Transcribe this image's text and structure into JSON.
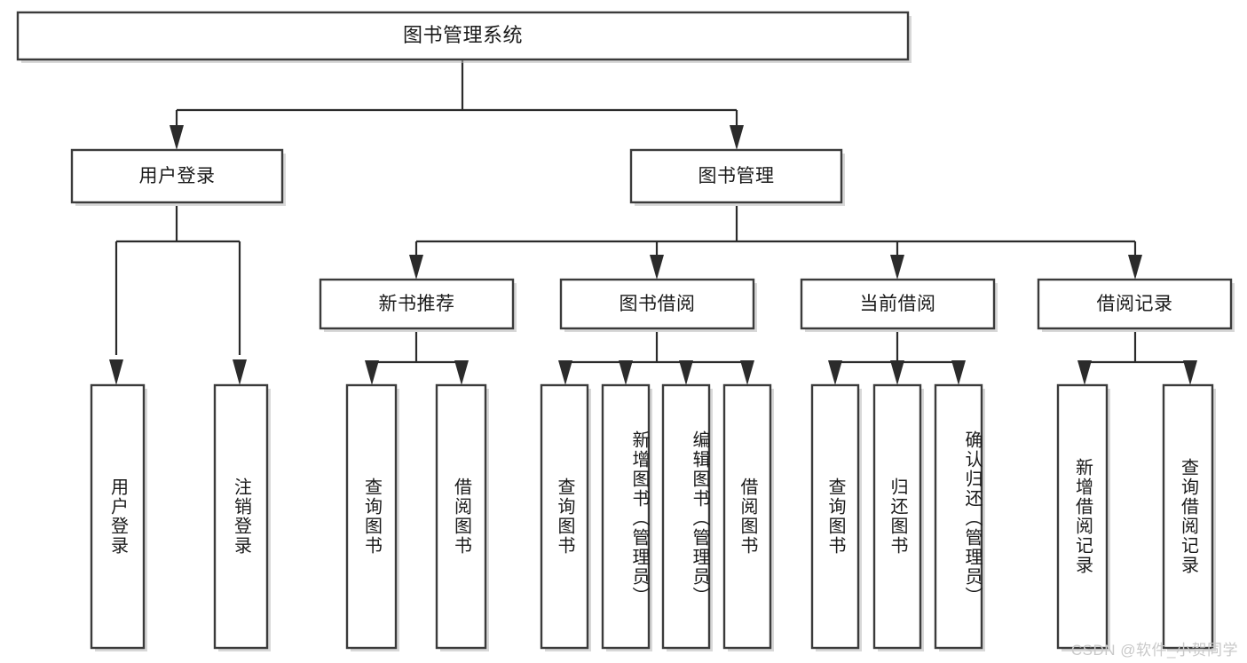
{
  "diagram": {
    "type": "tree-hierarchy-chart",
    "title": "图书管理系统",
    "watermark": "CSDN @软件_小贺同学",
    "colors": {
      "background": "#ffffff",
      "box_stroke": "#3b3b3b",
      "connector": "#2b2b2b",
      "text": "#1a1a1a",
      "watermark": "#c9c9c9"
    },
    "levels": {
      "root": {
        "label": "图书管理系统"
      },
      "level2": [
        {
          "id": "user-login",
          "label": "用户登录"
        },
        {
          "id": "book-management",
          "label": "图书管理"
        }
      ],
      "level3": [
        {
          "id": "new-book-recommend",
          "label": "新书推荐",
          "parent": "book-management"
        },
        {
          "id": "book-borrow",
          "label": "图书借阅",
          "parent": "book-management"
        },
        {
          "id": "current-borrow",
          "label": "当前借阅",
          "parent": "book-management"
        },
        {
          "id": "borrow-record",
          "label": "借阅记录",
          "parent": "book-management"
        }
      ],
      "leaves": [
        {
          "id": "leaf-user-login",
          "label": "用户登录",
          "parent": "user-login"
        },
        {
          "id": "leaf-logout-login",
          "label": "注销登录",
          "parent": "user-login"
        },
        {
          "id": "leaf-query-book-1",
          "label": "查询图书",
          "parent": "new-book-recommend"
        },
        {
          "id": "leaf-borrow-book-1",
          "label": "借阅图书",
          "parent": "new-book-recommend"
        },
        {
          "id": "leaf-query-book-2",
          "label": "查询图书",
          "parent": "book-borrow"
        },
        {
          "id": "leaf-add-book",
          "label": "新增图书（管理员）",
          "parent": "book-borrow"
        },
        {
          "id": "leaf-edit-book",
          "label": "编辑图书（管理员）",
          "parent": "book-borrow"
        },
        {
          "id": "leaf-borrow-book-2",
          "label": "借阅图书",
          "parent": "book-borrow"
        },
        {
          "id": "leaf-query-book-3",
          "label": "查询图书",
          "parent": "current-borrow"
        },
        {
          "id": "leaf-return-book",
          "label": "归还图书",
          "parent": "current-borrow"
        },
        {
          "id": "leaf-confirm-return",
          "label": "确认归还（管理员）",
          "parent": "current-borrow"
        },
        {
          "id": "leaf-add-record",
          "label": "新增借阅记录",
          "parent": "borrow-record"
        },
        {
          "id": "leaf-query-record",
          "label": "查询借阅记录",
          "parent": "borrow-record"
        }
      ]
    }
  }
}
